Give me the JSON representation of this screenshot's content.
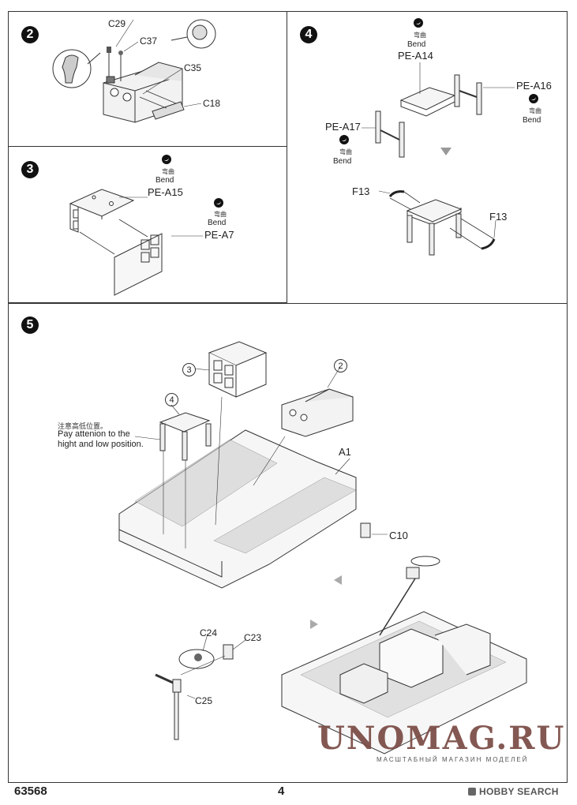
{
  "steps": [
    {
      "number": "2",
      "parts": [
        "C29",
        "C37",
        "C35",
        "C18"
      ]
    },
    {
      "number": "3",
      "bend_cn": "弯曲",
      "bend_en": "Bend",
      "parts": [
        "PE-A15",
        "PE-A7"
      ]
    },
    {
      "number": "4",
      "bend_cn": "弯曲",
      "bend_en": "Bend",
      "parts": [
        "PE-A14",
        "PE-A16",
        "PE-A17",
        "F13",
        "F13"
      ]
    },
    {
      "number": "5",
      "sub_refs": [
        "3",
        "2",
        "4"
      ],
      "parts": [
        "A1",
        "C10",
        "C24",
        "C23",
        "C25"
      ],
      "note_cn": "注意高低位置。",
      "note_en_line1": "Pay attenion to the",
      "note_en_line2": "hight and low position."
    }
  ],
  "watermark": {
    "main": "UNOMAG.RU",
    "sub": "МАСШТАБНЫЙ МАГАЗИН МОДЕЛЕЙ"
  },
  "footer": {
    "kit_number": "63568",
    "page_number": "4",
    "brand": "HOBBY SEARCH"
  }
}
